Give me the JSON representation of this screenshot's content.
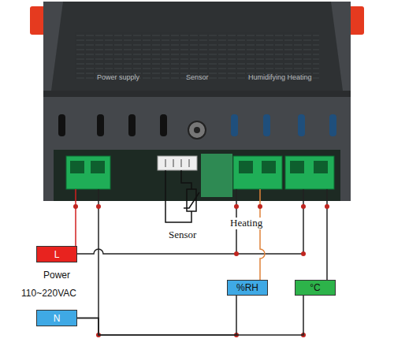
{
  "diagram": {
    "nodes": [
      {
        "text": [
          "L"
        ]
      },
      {
        "text": [
          "%RH"
        ]
      },
      {
        "text": [
          "°C"
        ]
      },
      {
        "text": [
          "N"
        ]
      }
    ],
    "edges": [
      {
        "from": 3,
        "to": 1,
        "arrow": "none"
      },
      {
        "from": 3,
        "to": 2,
        "arrow": "none"
      }
    ],
    "labels": [
      "Power supply",
      "Sensor",
      "Humidifying Heating",
      "Power",
      "110~220VAC",
      "Sensor",
      "Heating"
    ]
  }
}
